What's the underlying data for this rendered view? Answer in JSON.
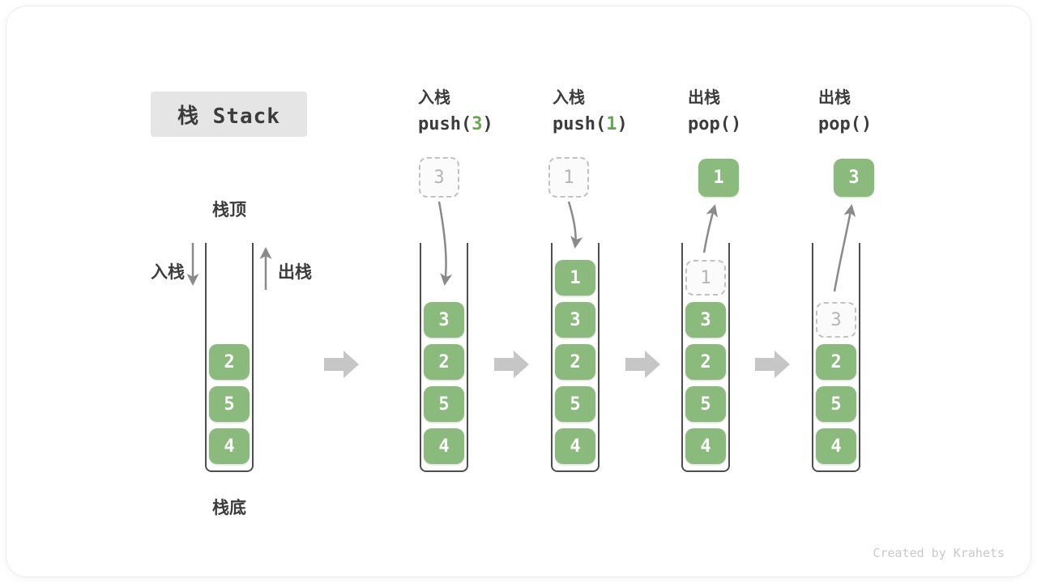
{
  "page": {
    "title_box": "栈 Stack",
    "watermark": "Created by Krahets"
  },
  "labels": {
    "stack_top": "栈顶",
    "stack_bottom": "栈底",
    "push": "入栈",
    "pop": "出栈"
  },
  "operations": [
    {
      "name": "入栈",
      "code_pre": "push(",
      "code_arg": "3",
      "code_post": ")"
    },
    {
      "name": "入栈",
      "code_pre": "push(",
      "code_arg": "1",
      "code_post": ")"
    },
    {
      "name": "出栈",
      "code_pre": "pop(",
      "code_arg": "",
      "code_post": ")"
    },
    {
      "name": "出栈",
      "code_pre": "pop(",
      "code_arg": "",
      "code_post": ")"
    }
  ],
  "floating_values": [
    {
      "value": "3",
      "style": "ghost"
    },
    {
      "value": "1",
      "style": "ghost"
    },
    {
      "value": "1",
      "style": "solid"
    },
    {
      "value": "3",
      "style": "solid"
    }
  ],
  "stacks": [
    {
      "state": "initial",
      "items": [
        {
          "value": "2",
          "style": "solid"
        },
        {
          "value": "5",
          "style": "solid"
        },
        {
          "value": "4",
          "style": "solid"
        }
      ]
    },
    {
      "state": "after-push-3",
      "items": [
        {
          "value": "3",
          "style": "solid"
        },
        {
          "value": "2",
          "style": "solid"
        },
        {
          "value": "5",
          "style": "solid"
        },
        {
          "value": "4",
          "style": "solid"
        }
      ]
    },
    {
      "state": "after-push-1",
      "items": [
        {
          "value": "1",
          "style": "solid"
        },
        {
          "value": "3",
          "style": "solid"
        },
        {
          "value": "2",
          "style": "solid"
        },
        {
          "value": "5",
          "style": "solid"
        },
        {
          "value": "4",
          "style": "solid"
        }
      ]
    },
    {
      "state": "after-pop-1",
      "items": [
        {
          "value": "1",
          "style": "ghost"
        },
        {
          "value": "3",
          "style": "solid"
        },
        {
          "value": "2",
          "style": "solid"
        },
        {
          "value": "5",
          "style": "solid"
        },
        {
          "value": "4",
          "style": "solid"
        }
      ]
    },
    {
      "state": "after-pop-3",
      "items": [
        {
          "value": "3",
          "style": "ghost"
        },
        {
          "value": "2",
          "style": "solid"
        },
        {
          "value": "5",
          "style": "solid"
        },
        {
          "value": "4",
          "style": "solid"
        }
      ]
    }
  ],
  "colors": {
    "green": "#8aba7c",
    "ghost_border": "#c2c2c2",
    "ghost_bg": "#fbfbfb",
    "ghost_text": "#b5b5b5",
    "arrow": "#8a8a8a",
    "block_arrow": "#c6c6c6",
    "wall": "#4e4e4e",
    "text_dark": "#3c3c3c",
    "code_green": "#68a74f",
    "watermark": "#c9c9c9",
    "title_bg": "#e5e5e5"
  }
}
